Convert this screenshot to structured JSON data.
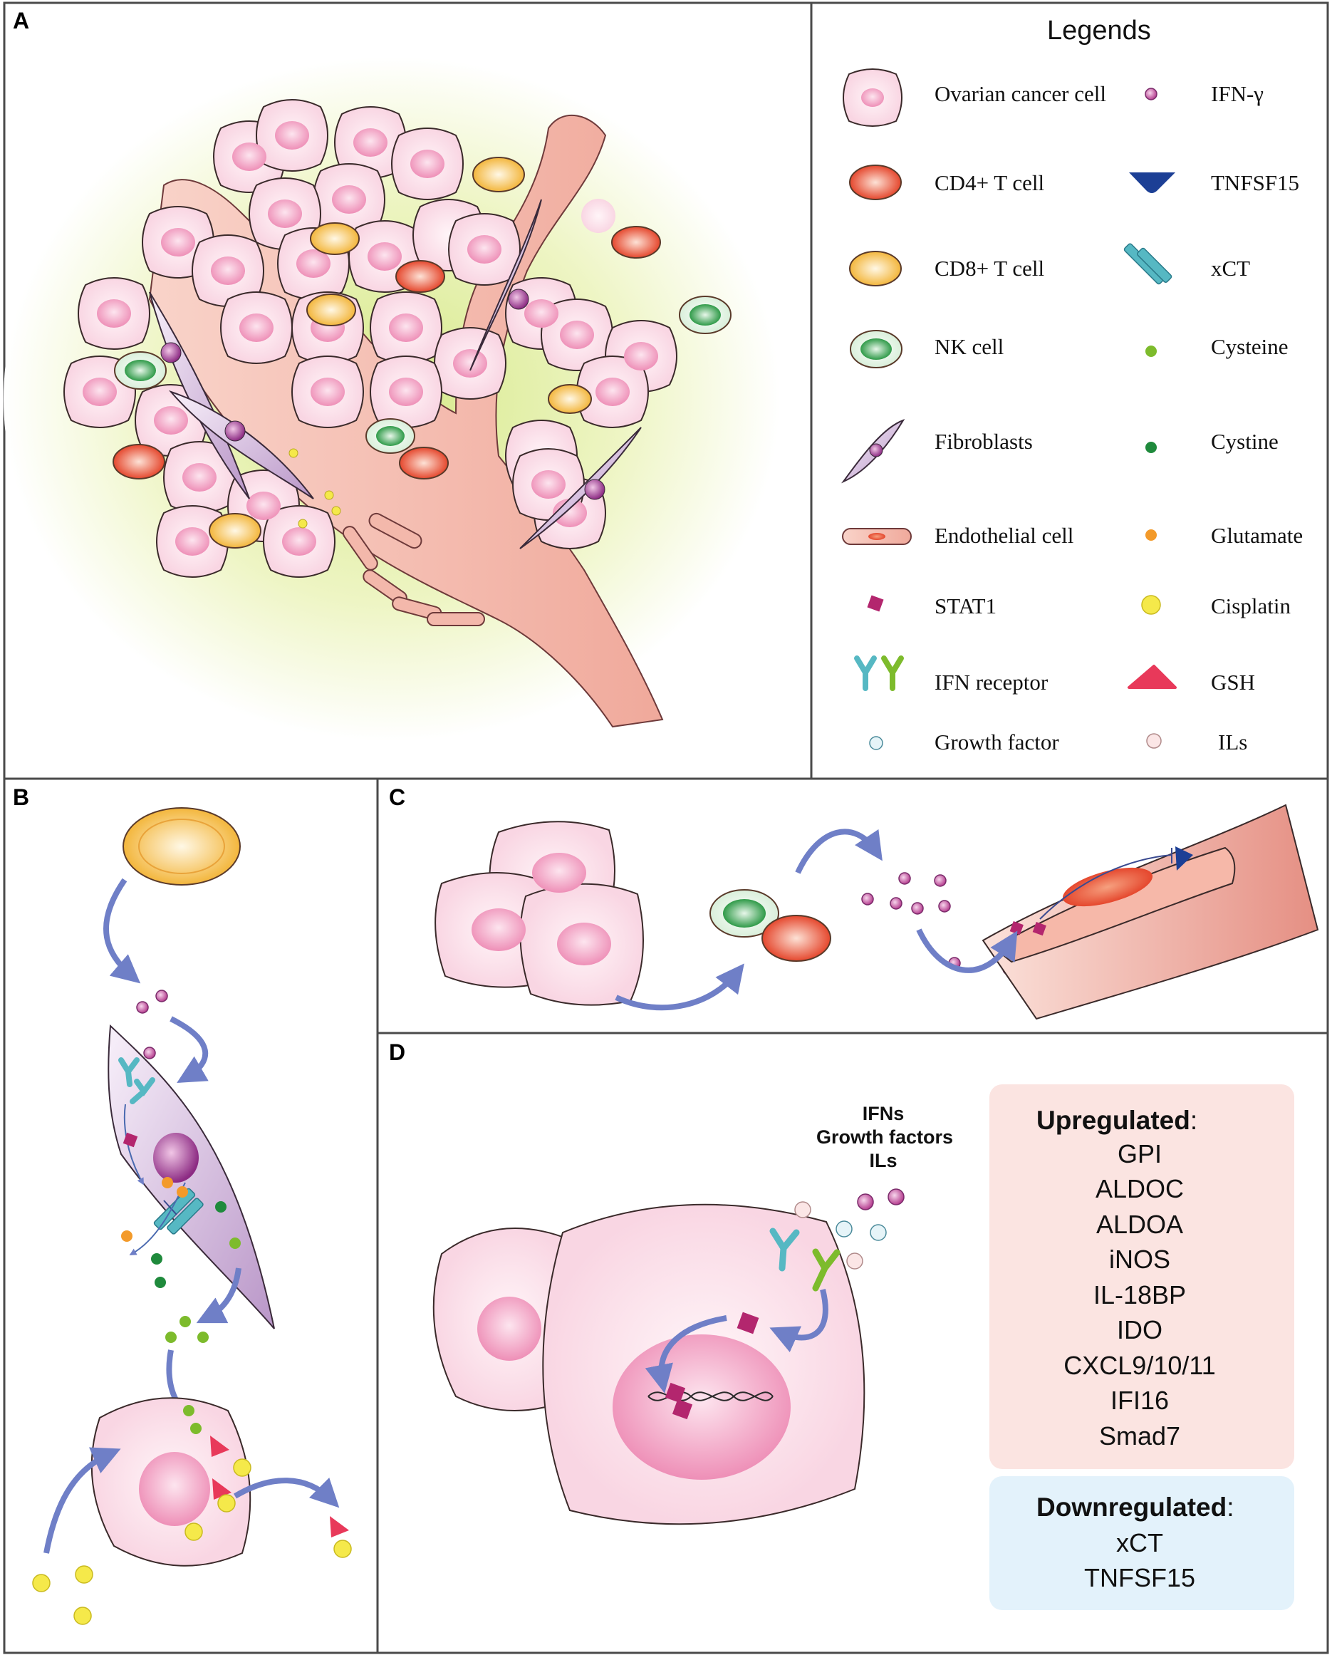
{
  "panels": {
    "a": "A",
    "b": "B",
    "c": "C",
    "d": "D"
  },
  "legend": {
    "title": "Legends",
    "left": [
      "Ovarian cancer cell",
      "CD4+ T cell",
      "CD8+ T cell",
      "NK cell",
      "Fibroblasts",
      "Endothelial cell",
      "STAT1",
      "IFN receptor",
      "Growth factor"
    ],
    "right": [
      "IFN-γ",
      "TNFSF15",
      "xCT",
      "Cysteine",
      "Cystine",
      "Glutamate",
      "Cisplatin",
      "GSH",
      "ILs"
    ]
  },
  "panel_d": {
    "signals": [
      "IFNs",
      "Growth factors",
      "ILs"
    ],
    "upregulated": {
      "title": "Upregulated",
      "colon": ":",
      "genes": [
        "GPI",
        "ALDOC",
        "ALDOA",
        "iNOS",
        "IL-18BP",
        "IDO",
        "CXCL9/10/11",
        "IFI16",
        "Smad7"
      ]
    },
    "downregulated": {
      "title": "Downregulated",
      "colon": ":",
      "genes": [
        "xCT",
        "TNFSF15"
      ]
    }
  },
  "colors": {
    "border": "#4a4a4a",
    "cancer_cell": "#fbe1ea",
    "nucleus": "#f19cc0",
    "cd4": "#ea5a3f",
    "cd8": "#f7c45a",
    "nk": "#3aa651",
    "fibroblast": "#c9a6d4",
    "endothelial": "#eea49b",
    "stat1": "#b3266e",
    "ifn_gamma": "#c04f9c",
    "tnfsf15": "#1c3f95",
    "xct": "#56b8c3",
    "cysteine": "#7dbb2c",
    "cystine": "#1f8a3c",
    "glutamate": "#f39a2a",
    "cisplatin": "#f5e94a",
    "gsh": "#e8395a",
    "receptor_teal": "#56b8c3",
    "receptor_green": "#7dbb2c",
    "growth_factor": "#e6f4f8",
    "ils": "#fbe6e6",
    "arrow": "#6f7fc7",
    "upregulated_box": "#fbe4e1",
    "downregulated_box": "#e3f2fb"
  }
}
